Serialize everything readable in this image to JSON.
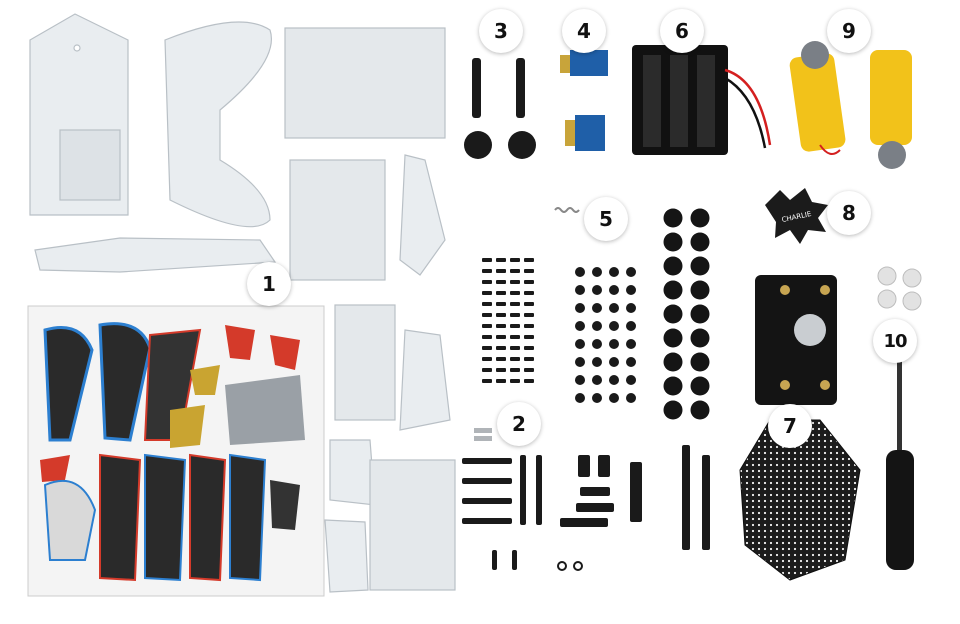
{
  "labels": {
    "l1": "1",
    "l2": "2",
    "l3": "3",
    "l4": "4",
    "l5": "5",
    "l6": "6",
    "l7": "7",
    "l8": "8",
    "l9": "9",
    "l10": "10"
  },
  "sticker_badge_text": "CHARLIE",
  "colors": {
    "background": "#ffffff",
    "acrylic": "#e9edf0",
    "acrylic_edge": "#b9c0c6",
    "hardware": "#1a1a1a",
    "motor_yellow": "#f2c21a",
    "sticker_red": "#d43a2a",
    "sticker_blue": "#2c7fd0",
    "sticker_gold": "#c9a431"
  }
}
